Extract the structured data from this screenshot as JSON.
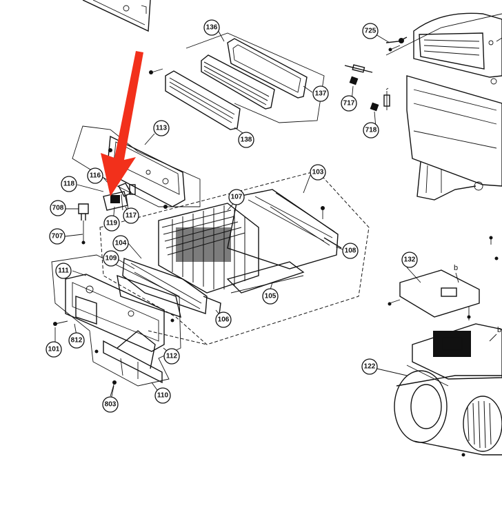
{
  "diagram": {
    "callouts": [
      {
        "id": "136",
        "label": "136"
      },
      {
        "id": "137",
        "label": "137"
      },
      {
        "id": "138",
        "label": "138"
      },
      {
        "id": "725",
        "label": "725"
      },
      {
        "id": "717",
        "label": "717"
      },
      {
        "id": "718",
        "label": "718"
      },
      {
        "id": "113",
        "label": "113"
      },
      {
        "id": "103",
        "label": "103"
      },
      {
        "id": "116",
        "label": "116"
      },
      {
        "id": "118",
        "label": "118"
      },
      {
        "id": "117",
        "label": "117"
      },
      {
        "id": "119",
        "label": "119"
      },
      {
        "id": "708",
        "label": "708"
      },
      {
        "id": "707",
        "label": "707"
      },
      {
        "id": "107",
        "label": "107"
      },
      {
        "id": "104",
        "label": "104"
      },
      {
        "id": "109",
        "label": "109"
      },
      {
        "id": "108",
        "label": "108"
      },
      {
        "id": "111",
        "label": "111"
      },
      {
        "id": "105",
        "label": "105"
      },
      {
        "id": "106",
        "label": "106"
      },
      {
        "id": "132",
        "label": "132"
      },
      {
        "id": "101",
        "label": "101"
      },
      {
        "id": "812",
        "label": "812"
      },
      {
        "id": "112",
        "label": "112"
      },
      {
        "id": "122",
        "label": "122"
      },
      {
        "id": "803",
        "label": "803"
      },
      {
        "id": "110",
        "label": "110"
      }
    ],
    "letters": [
      {
        "id": "b1",
        "label": "b"
      },
      {
        "id": "b2",
        "label": "b"
      }
    ],
    "highlight_color": "#f2301b"
  }
}
